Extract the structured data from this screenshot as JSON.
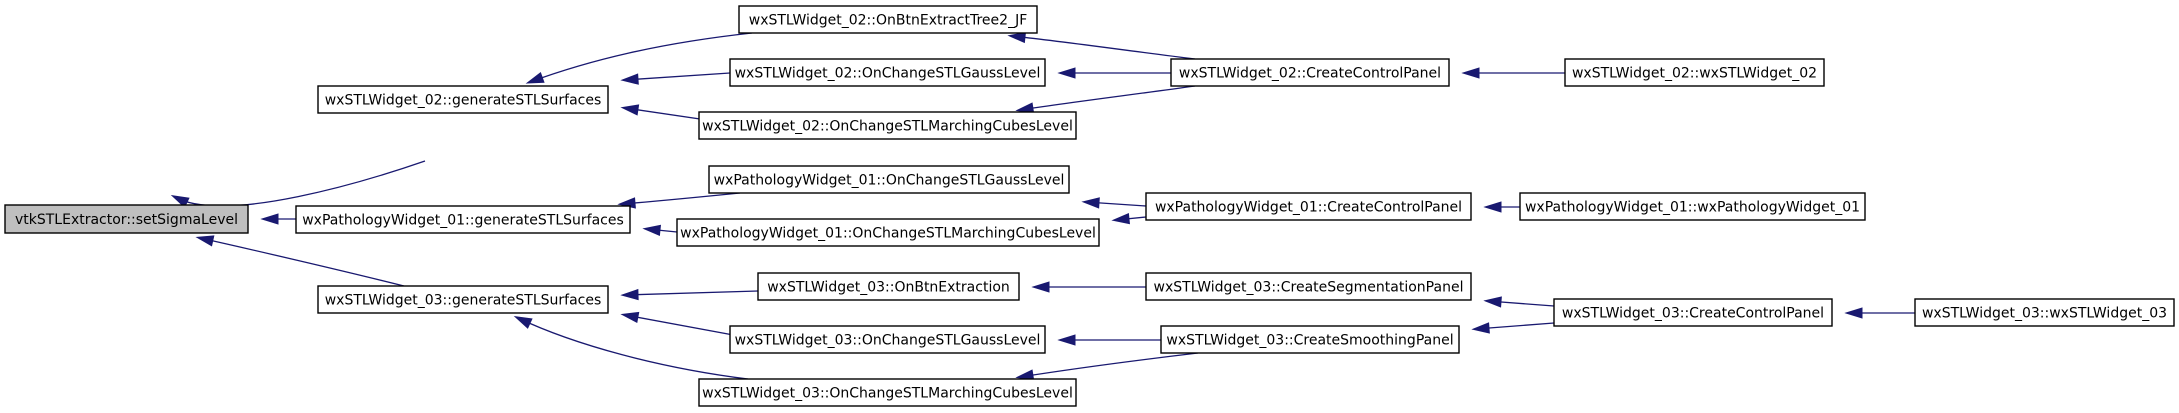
{
  "colors": {
    "edge": "#191970",
    "root_fill": "#bfbfbf",
    "node_fill": "#ffffff",
    "border": "#000000"
  },
  "nodes": [
    {
      "id": "n0",
      "label": "vtkSTLExtractor::setSigmaLevel",
      "root": true
    },
    {
      "id": "n1",
      "label": "wxSTLWidget_02::generateSTLSurfaces"
    },
    {
      "id": "n2",
      "label": "wxPathologyWidget_01::generateSTLSurfaces"
    },
    {
      "id": "n3",
      "label": "wxSTLWidget_03::generateSTLSurfaces"
    },
    {
      "id": "n4",
      "label": "wxSTLWidget_02::OnBtnExtractTree2_JF"
    },
    {
      "id": "n5",
      "label": "wxSTLWidget_02::OnChangeSTLGaussLevel"
    },
    {
      "id": "n6",
      "label": "wxSTLWidget_02::OnChangeSTLMarchingCubesLevel"
    },
    {
      "id": "n7",
      "label": "wxSTLWidget_02::CreateControlPanel"
    },
    {
      "id": "n8",
      "label": "wxSTLWidget_02::wxSTLWidget_02"
    },
    {
      "id": "n9",
      "label": "wxPathologyWidget_01::OnChangeSTLGaussLevel"
    },
    {
      "id": "n10",
      "label": "wxPathologyWidget_01::OnChangeSTLMarchingCubesLevel"
    },
    {
      "id": "n11",
      "label": "wxPathologyWidget_01::CreateControlPanel"
    },
    {
      "id": "n12",
      "label": "wxPathologyWidget_01::wxPathologyWidget_01"
    },
    {
      "id": "n13",
      "label": "wxSTLWidget_03::OnBtnExtraction"
    },
    {
      "id": "n14",
      "label": "wxSTLWidget_03::OnChangeSTLGaussLevel"
    },
    {
      "id": "n15",
      "label": "wxSTLWidget_03::OnChangeSTLMarchingCubesLevel"
    },
    {
      "id": "n16",
      "label": "wxSTLWidget_03::CreateSegmentationPanel"
    },
    {
      "id": "n17",
      "label": "wxSTLWidget_03::CreateSmoothingPanel"
    },
    {
      "id": "n18",
      "label": "wxSTLWidget_03::CreateControlPanel"
    },
    {
      "id": "n19",
      "label": "wxSTLWidget_03::wxSTLWidget_03"
    }
  ],
  "edges": [
    {
      "from": "n1",
      "to": "n0"
    },
    {
      "from": "n2",
      "to": "n0"
    },
    {
      "from": "n3",
      "to": "n0"
    },
    {
      "from": "n4",
      "to": "n1"
    },
    {
      "from": "n5",
      "to": "n1"
    },
    {
      "from": "n6",
      "to": "n1"
    },
    {
      "from": "n7",
      "to": "n4"
    },
    {
      "from": "n7",
      "to": "n5"
    },
    {
      "from": "n7",
      "to": "n6"
    },
    {
      "from": "n8",
      "to": "n7"
    },
    {
      "from": "n9",
      "to": "n2"
    },
    {
      "from": "n10",
      "to": "n2"
    },
    {
      "from": "n11",
      "to": "n9"
    },
    {
      "from": "n11",
      "to": "n10"
    },
    {
      "from": "n12",
      "to": "n11"
    },
    {
      "from": "n13",
      "to": "n3"
    },
    {
      "from": "n14",
      "to": "n3"
    },
    {
      "from": "n15",
      "to": "n3"
    },
    {
      "from": "n16",
      "to": "n13"
    },
    {
      "from": "n17",
      "to": "n14"
    },
    {
      "from": "n17",
      "to": "n15"
    },
    {
      "from": "n18",
      "to": "n16"
    },
    {
      "from": "n18",
      "to": "n17"
    },
    {
      "from": "n19",
      "to": "n18"
    }
  ]
}
